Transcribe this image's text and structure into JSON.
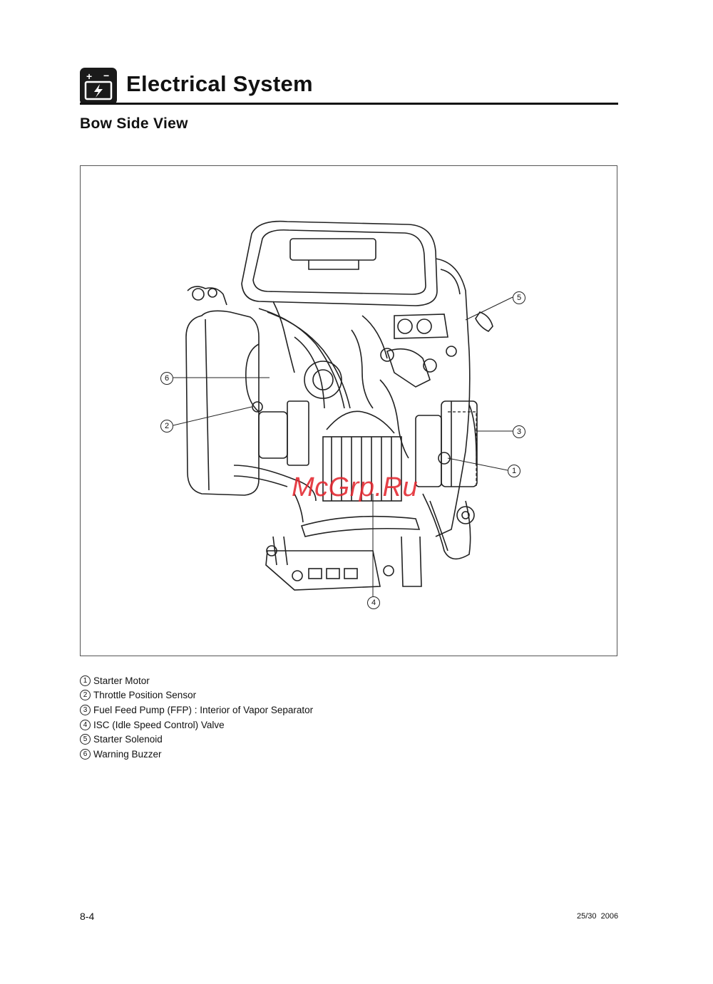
{
  "header": {
    "title": "Electrical System",
    "icon": "battery-electrical-icon"
  },
  "section": {
    "title": "Bow Side View"
  },
  "figure": {
    "description_icon": "engine-diagram",
    "watermark": "McGrp.Ru",
    "callouts": [
      "1",
      "2",
      "3",
      "4",
      "5",
      "6"
    ]
  },
  "legend": [
    {
      "num": "1",
      "label": "Starter Motor"
    },
    {
      "num": "2",
      "label": "Throttle Position Sensor"
    },
    {
      "num": "3",
      "label": "Fuel Feed Pump (FFP) : Interior of Vapor Separator"
    },
    {
      "num": "4",
      "label": "ISC (Idle Speed Control) Valve"
    },
    {
      "num": "5",
      "label": "Starter Solenoid"
    },
    {
      "num": "6",
      "label": "Warning Buzzer"
    }
  ],
  "footer": {
    "page_number": "8-4",
    "model_year": "25/30  2006"
  },
  "colors": {
    "watermark": "#e3262e",
    "ink": "#111111"
  }
}
